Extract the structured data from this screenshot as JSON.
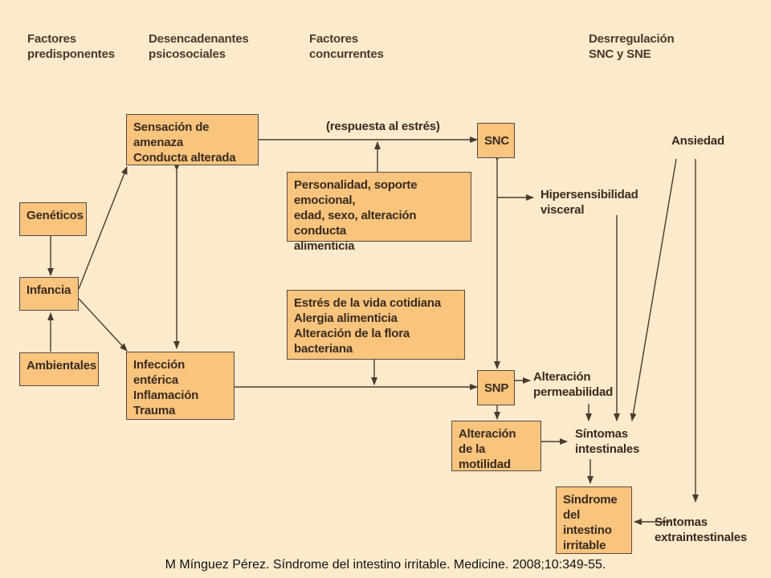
{
  "headers": {
    "predisponentes": "Factores\npredisponentes",
    "desencadenantes": "Desencadenantes\npsicosociales",
    "concurrentes": "Factores\nconcurrentes",
    "desregulacion": "Desrregulación\nSNC y SNE"
  },
  "boxes": {
    "geneticos": "Genéticos",
    "infancia": "Infancia",
    "ambientales": "Ambientales",
    "sensacion": "Sensación de amenaza\nConducta alterada",
    "infeccion": "Infección entérica\nInflamación\nTrauma",
    "personalidad": "Personalidad, soporte emocional,\nedad, sexo, alteración conducta\nalimenticia",
    "estres": "Estrés de la vida cotidiana\nAlergia alimenticia\nAlteración de la flora bacteriana",
    "snc": "SNC",
    "snp": "SNP",
    "motilidad": "Alteración\nde la motilidad",
    "sindrome": "Síndrome\ndel intestino\nirritable"
  },
  "labels": {
    "respuesta": "(respuesta al estrés)",
    "hipersensibilidad": "Hipersensibilidad\nvisceral",
    "ansiedad": "Ansiedad",
    "permeabilidad": "Alteración\npermeabilidad",
    "intestinales": "Síntomas\nintestinales",
    "extraintestinales": "Síntomas\nextraintestinales"
  },
  "caption": "M Mínguez Pérez. Síndrome del intestino irritable. Medicine. 2008;10:349-55."
}
